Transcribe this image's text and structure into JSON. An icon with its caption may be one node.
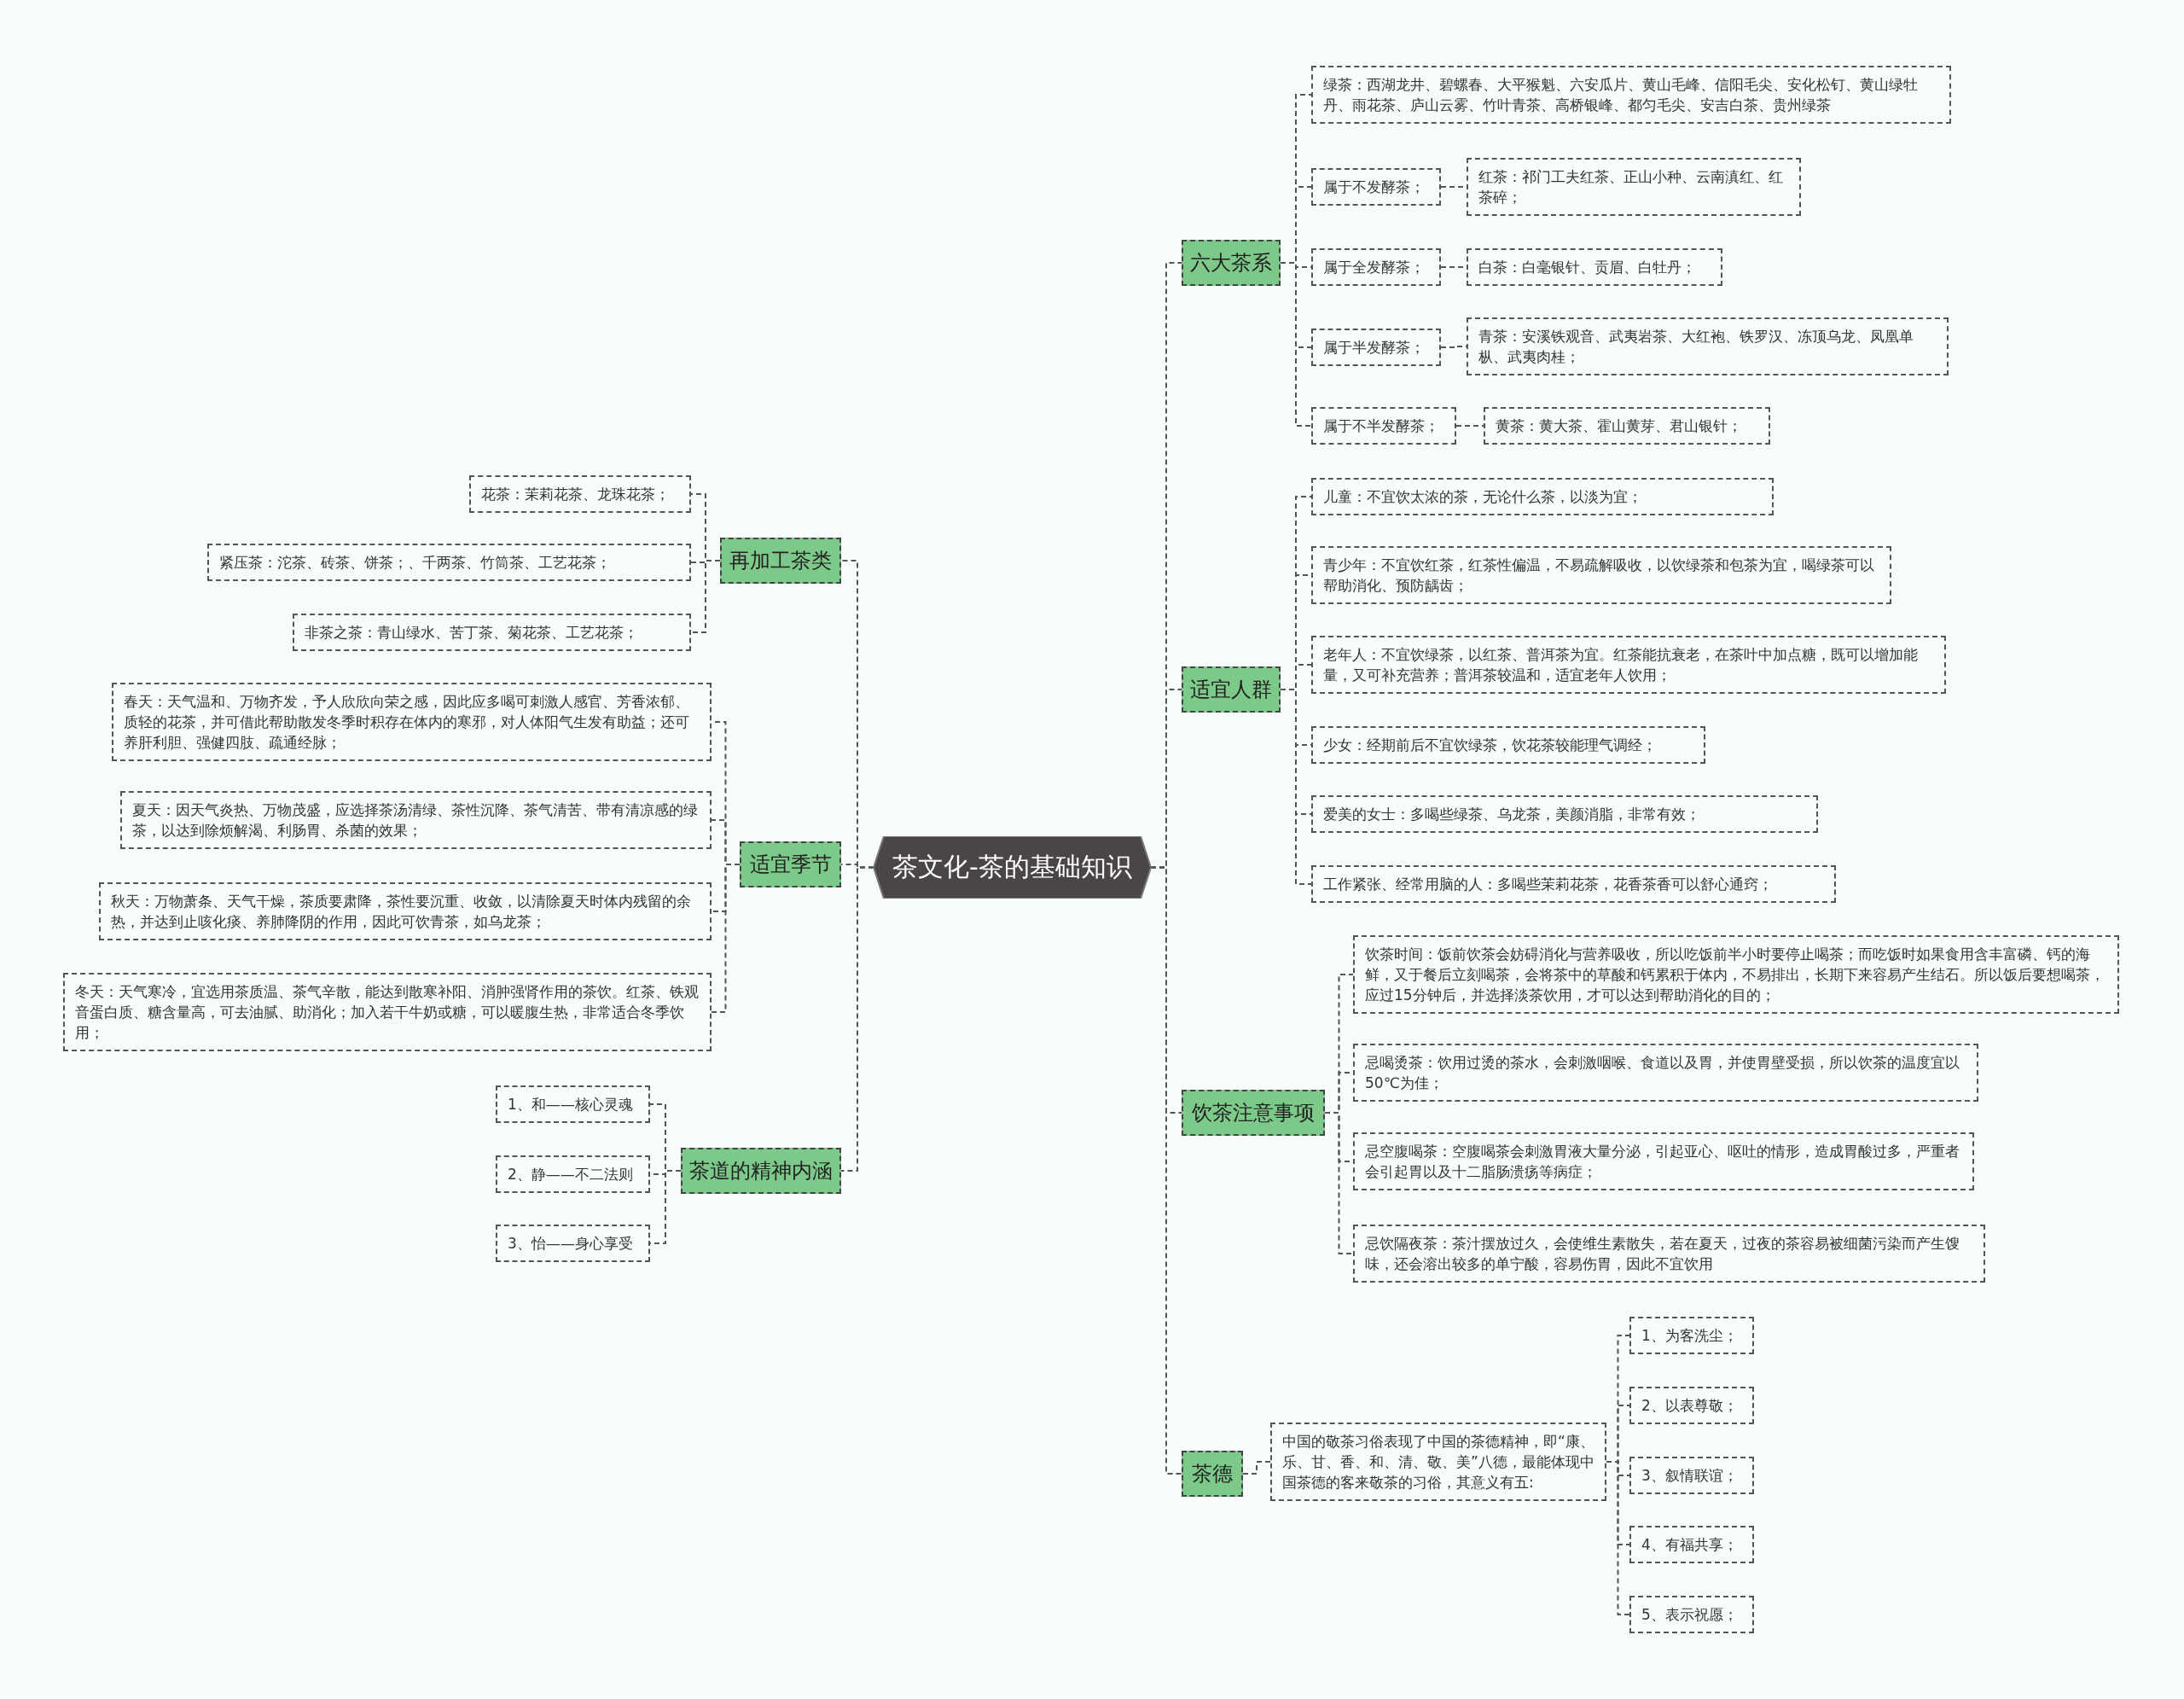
{
  "diagram": {
    "nodes": [
      {
        "text": [
          "茶文化-茶的基础知识"
        ]
      },
      {
        "text": [
          "六大茶系"
        ]
      },
      {
        "text": [
          "绿茶：西湖龙井、碧螺春、大平猴魁、六安瓜片、黄山毛峰、信阳毛尖、安化松钉、黄山绿牡丹、雨花茶、庐山云雾、竹叶青茶、高桥银峰、都匀毛尖、安吉白茶、贵州绿茶"
        ]
      },
      {
        "text": [
          "属于不发酵茶；"
        ]
      },
      {
        "text": [
          "红茶：祁门工夫红茶、正山小种、云南滇红、红茶碎；"
        ]
      },
      {
        "text": [
          "属于全发酵茶；"
        ]
      },
      {
        "text": [
          "白茶：白毫银针、贡眉、白牡丹；"
        ]
      },
      {
        "text": [
          "属于半发酵茶；"
        ]
      },
      {
        "text": [
          "青茶：安溪铁观音、武夷岩茶、大红袍、铁罗汉、冻顶乌龙、凤凰单枞、武夷肉桂；"
        ]
      },
      {
        "text": [
          "属于不半发酵茶；"
        ]
      },
      {
        "text": [
          "黄茶：黄大茶、霍山黄芽、君山银针；"
        ]
      },
      {
        "text": [
          "适宜人群"
        ]
      },
      {
        "text": [
          "儿童：不宜饮太浓的茶，无论什么茶，以淡为宜；"
        ]
      },
      {
        "text": [
          "青少年：不宜饮红茶，红茶性偏温，不易疏解吸收，以饮绿茶和包茶为宜，喝绿茶可以帮助消化、预防龋齿；"
        ]
      },
      {
        "text": [
          "老年人：不宜饮绿茶，以红茶、普洱茶为宜。红茶能抗衰老，在茶叶中加点糖，既可以增加能量，又可补充营养；普洱茶较温和，适宜老年人饮用；"
        ]
      },
      {
        "text": [
          "少女：经期前后不宜饮绿茶，饮花茶较能理气调经；"
        ]
      },
      {
        "text": [
          "爱美的女士：多喝些绿茶、乌龙茶，美颜消脂，非常有效；"
        ]
      },
      {
        "text": [
          "工作紧张、经常用脑的人：多喝些茉莉花茶，花香茶香可以舒心通窍；"
        ]
      },
      {
        "text": [
          "饮茶注意事项"
        ]
      },
      {
        "text": [
          "饮茶时间：饭前饮茶会妨碍消化与营养吸收，所以吃饭前半小时要停止喝茶；而吃饭时如果食用含丰富磷、钙的海鲜，又于餐后立刻喝茶，会将茶中的草酸和钙累积于体内，不易排出，长期下来容易产生结石。所以饭后要想喝茶，应过15分钟后，并选择淡茶饮用，才可以达到帮助消化的目的；"
        ]
      },
      {
        "text": [
          "忌喝烫茶：饮用过烫的茶水，会刺激咽喉、食道以及胃，并使胃壁受损，所以饮茶的温度宜以50℃为佳；"
        ]
      },
      {
        "text": [
          "忌空腹喝茶：空腹喝茶会刺激胃液大量分泌，引起亚心、呕吐的情形，造成胃酸过多，严重者会引起胃以及十二脂肠溃疡等病症；"
        ]
      },
      {
        "text": [
          "忌饮隔夜茶：茶汁摆放过久，会使维生素散失，若在夏天，过夜的茶容易被细菌污染而产生馊味，还会溶出较多的单宁酸，容易伤胃，因此不宜饮用"
        ]
      },
      {
        "text": [
          "茶德"
        ]
      },
      {
        "text": [
          "中国的敬茶习俗表现了中国的茶德精神，即“康、乐、甘、香、和、清、敬、美”八德，最能体现中国茶德的客来敬茶的习俗，其意义有五:"
        ]
      },
      {
        "text": [
          "1、为客洗尘；"
        ]
      },
      {
        "text": [
          "2、以表尊敬；"
        ]
      },
      {
        "text": [
          "3、叙情联谊；"
        ]
      },
      {
        "text": [
          "4、有福共享；"
        ]
      },
      {
        "text": [
          "5、表示祝愿；"
        ]
      },
      {
        "text": [
          "再加工茶类"
        ]
      },
      {
        "text": [
          "花茶：茉莉花茶、龙珠花茶；"
        ]
      },
      {
        "text": [
          "紧压茶：沱茶、砖茶、饼茶；、千两茶、竹筒茶、工艺花茶；"
        ]
      },
      {
        "text": [
          "非茶之茶：青山绿水、苦丁茶、菊花茶、工艺花茶；"
        ]
      },
      {
        "text": [
          "适宜季节"
        ]
      },
      {
        "text": [
          "春天：天气温和、万物齐发，予人欣欣向荣之感，因此应多喝可刺激人感官、芳香浓郁、质轻的花茶，并可借此帮助散发冬季时积存在体内的寒邪，对人体阳气生发有助益；还可养肝利胆、强健四肢、疏通经脉；"
        ]
      },
      {
        "text": [
          "夏天：因天气炎热、万物茂盛，应选择茶汤清绿、茶性沉降、茶气清苦、带有清凉感的绿茶，以达到除烦解渴、利肠胃、杀菌的效果；"
        ]
      },
      {
        "text": [
          "秋天：万物萧条、天气干燥，茶质要肃降，茶性要沉重、收敛，以清除夏天时体内残留的余热，并达到止咳化痰、养肺降阴的作用，因此可饮青茶，如乌龙茶；"
        ]
      },
      {
        "text": [
          "冬天：天气寒冷，宜选用茶质温、茶气辛散，能达到散寒补阳、消肿强肾作用的茶饮。红茶、铁观音蛋白质、糖含量高，可去油腻、助消化；加入若干牛奶或糖，可以暖腹生热，非常适合冬季饮用；"
        ]
      },
      {
        "text": [
          "茶道的精神内涵"
        ]
      },
      {
        "text": [
          "1、和——核心灵魂"
        ]
      },
      {
        "text": [
          "2、静——不二法则"
        ]
      },
      {
        "text": [
          "3、怡——身心享受"
        ]
      }
    ],
    "edges": [
      {
        "from": 0,
        "to": 1,
        "arrow": "none"
      },
      {
        "from": 0,
        "to": 11,
        "arrow": "none"
      },
      {
        "from": 0,
        "to": 18,
        "arrow": "none"
      },
      {
        "from": 0,
        "to": 23,
        "arrow": "none"
      },
      {
        "from": 0,
        "to": 30,
        "arrow": "none"
      },
      {
        "from": 0,
        "to": 34,
        "arrow": "none"
      },
      {
        "from": 0,
        "to": 39,
        "arrow": "none"
      },
      {
        "from": 1,
        "to": 2,
        "arrow": "none"
      },
      {
        "from": 1,
        "to": 3,
        "arrow": "none"
      },
      {
        "from": 1,
        "to": 5,
        "arrow": "none"
      },
      {
        "from": 1,
        "to": 7,
        "arrow": "none"
      },
      {
        "from": 1,
        "to": 9,
        "arrow": "none"
      },
      {
        "from": 3,
        "to": 4,
        "arrow": "none"
      },
      {
        "from": 5,
        "to": 6,
        "arrow": "none"
      },
      {
        "from": 7,
        "to": 8,
        "arrow": "none"
      },
      {
        "from": 9,
        "to": 10,
        "arrow": "none"
      },
      {
        "from": 11,
        "to": 12,
        "arrow": "none"
      },
      {
        "from": 11,
        "to": 13,
        "arrow": "none"
      },
      {
        "from": 11,
        "to": 14,
        "arrow": "none"
      },
      {
        "from": 11,
        "to": 15,
        "arrow": "none"
      },
      {
        "from": 11,
        "to": 16,
        "arrow": "none"
      },
      {
        "from": 11,
        "to": 17,
        "arrow": "none"
      },
      {
        "from": 18,
        "to": 19,
        "arrow": "none"
      },
      {
        "from": 18,
        "to": 20,
        "arrow": "none"
      },
      {
        "from": 18,
        "to": 21,
        "arrow": "none"
      },
      {
        "from": 18,
        "to": 22,
        "arrow": "none"
      },
      {
        "from": 23,
        "to": 24,
        "arrow": "none"
      },
      {
        "from": 24,
        "to": 25,
        "arrow": "none"
      },
      {
        "from": 24,
        "to": 26,
        "arrow": "none"
      },
      {
        "from": 24,
        "to": 27,
        "arrow": "none"
      },
      {
        "from": 24,
        "to": 28,
        "arrow": "none"
      },
      {
        "from": 24,
        "to": 29,
        "arrow": "none"
      },
      {
        "from": 30,
        "to": 31,
        "arrow": "none"
      },
      {
        "from": 30,
        "to": 32,
        "arrow": "none"
      },
      {
        "from": 30,
        "to": 33,
        "arrow": "none"
      },
      {
        "from": 34,
        "to": 35,
        "arrow": "none"
      },
      {
        "from": 34,
        "to": 36,
        "arrow": "none"
      },
      {
        "from": 34,
        "to": 37,
        "arrow": "none"
      },
      {
        "from": 34,
        "to": 38,
        "arrow": "none"
      },
      {
        "from": 39,
        "to": 40,
        "arrow": "none"
      },
      {
        "from": 39,
        "to": 41,
        "arrow": "none"
      },
      {
        "from": 39,
        "to": 42,
        "arrow": "none"
      }
    ]
  }
}
